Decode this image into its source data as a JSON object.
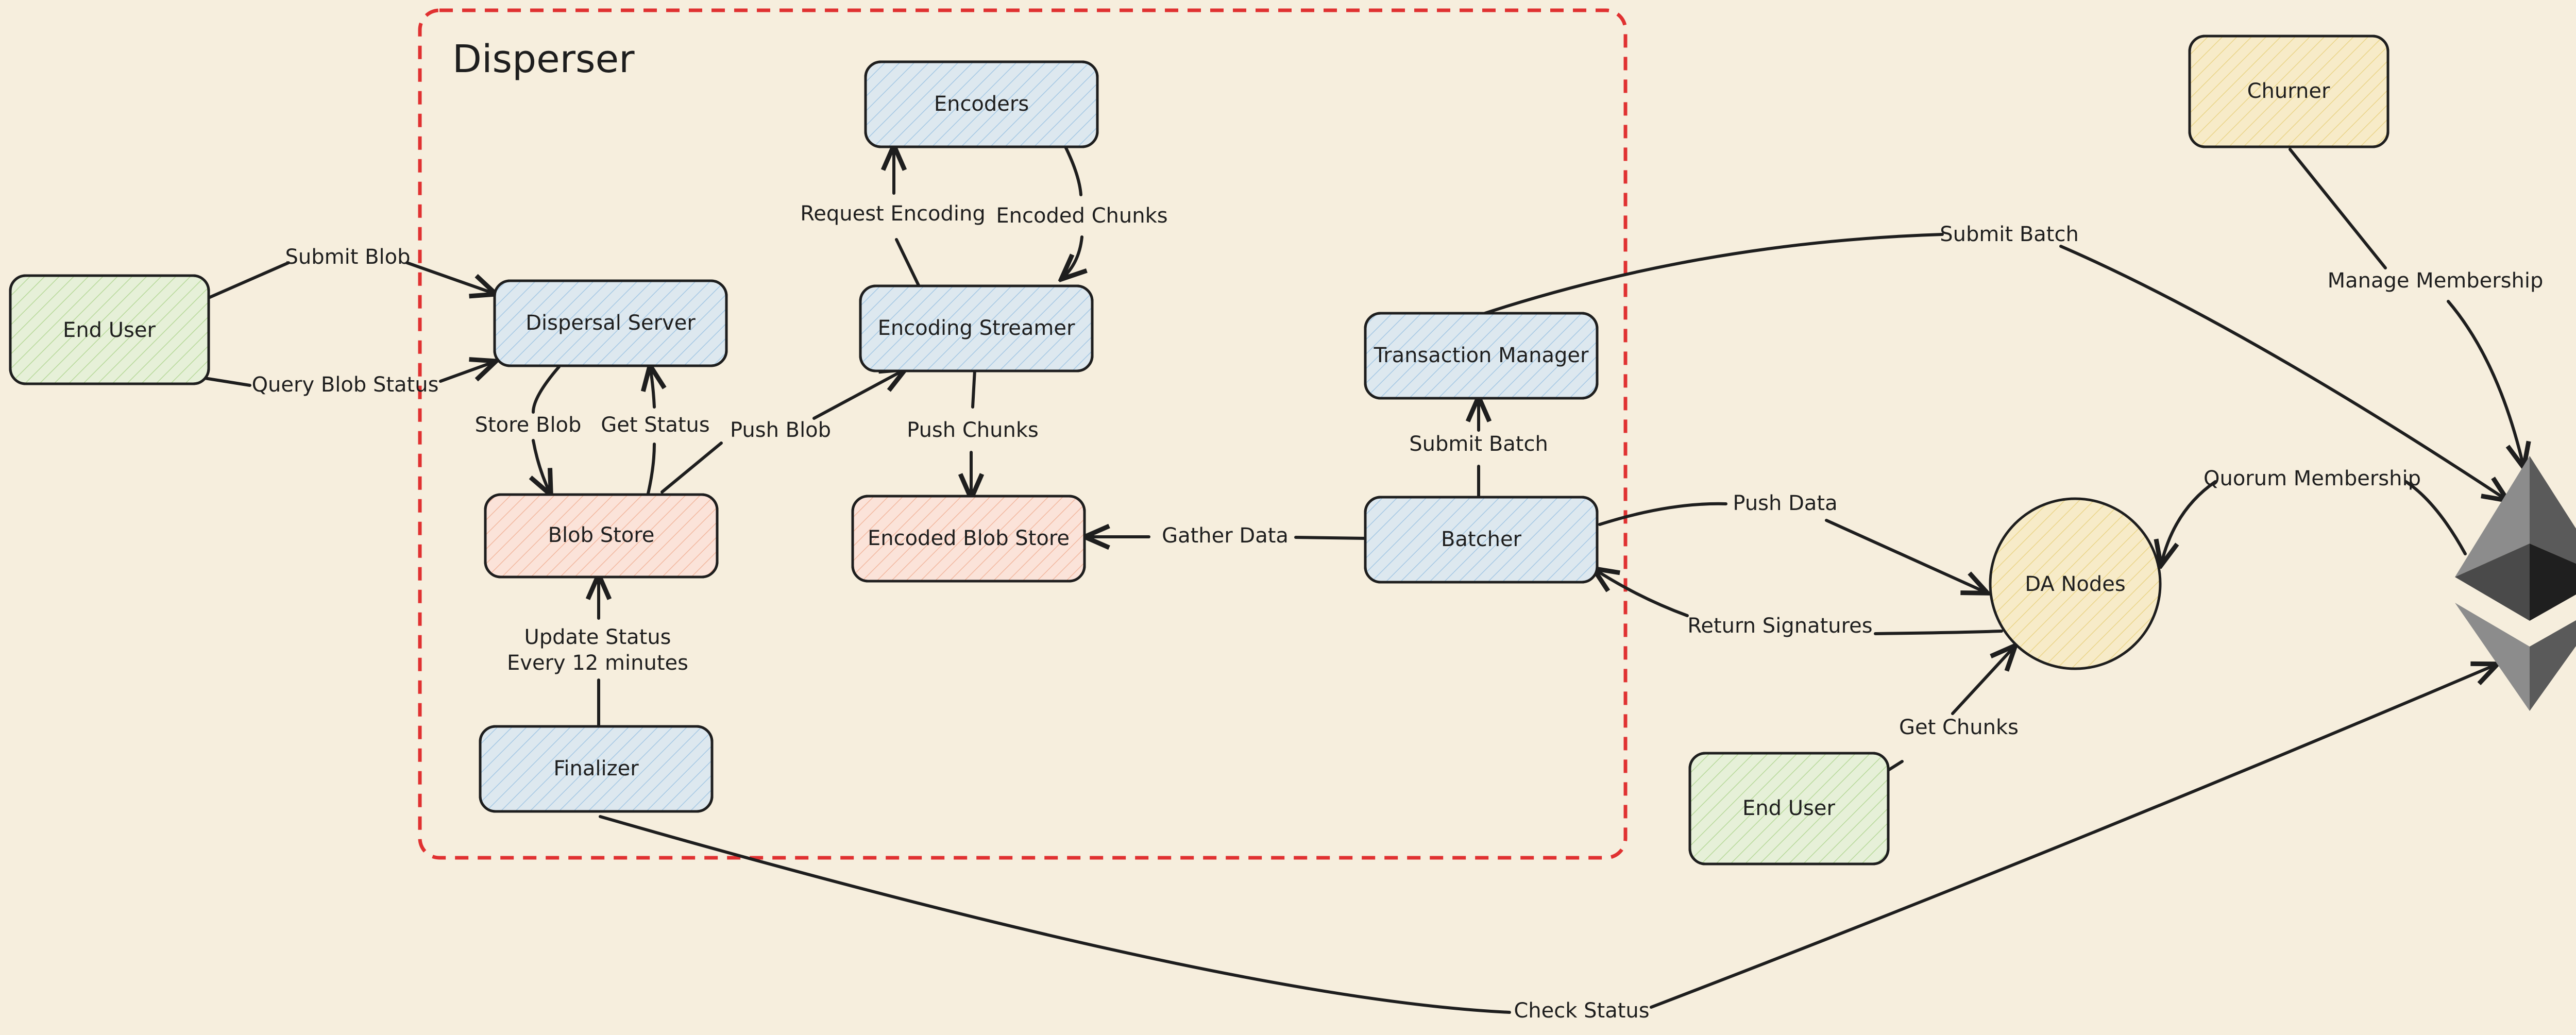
{
  "group": {
    "title": "Disperser",
    "color": "#e03131"
  },
  "colors": {
    "blue": "#dde8ef",
    "red": "#fbe3d9",
    "green": "#e6f0d8",
    "yellow": "#f7ebc8",
    "hatch_blue": "#a5c8e4",
    "hatch_red": "#f2b8a0",
    "hatch_green": "#b7d99a",
    "hatch_yellow": "#ead58a",
    "ink": "#1e1e1e",
    "eth_dark": "#2e2e2e",
    "eth_mid": "#5a5a5a",
    "eth_light": "#8c8c8c"
  },
  "nodes": {
    "end_user_left": {
      "label": "End User",
      "color": "green"
    },
    "dispersal_server": {
      "label": "Dispersal Server",
      "color": "blue"
    },
    "blob_store": {
      "label": "Blob Store",
      "color": "red"
    },
    "finalizer": {
      "label": "Finalizer",
      "color": "blue"
    },
    "encoders": {
      "label": "Encoders",
      "color": "blue"
    },
    "encoding_streamer": {
      "label": "Encoding Streamer",
      "color": "blue"
    },
    "encoded_blob_store": {
      "label": "Encoded Blob Store",
      "color": "red"
    },
    "transaction_manager": {
      "label": "Transaction Manager",
      "color": "blue"
    },
    "batcher": {
      "label": "Batcher",
      "color": "blue"
    },
    "churner": {
      "label": "Churner",
      "color": "yellow"
    },
    "da_nodes": {
      "label": "DA Nodes",
      "color": "yellow"
    },
    "end_user_right": {
      "label": "End User",
      "color": "green"
    },
    "ethereum": {
      "icon": "ethereum-icon"
    }
  },
  "edges": {
    "submit_blob": "Submit Blob",
    "query_blob_status": "Query Blob Status",
    "store_blob": "Store Blob",
    "get_status": "Get Status",
    "push_blob": "Push Blob",
    "request_encoding": "Request Encoding",
    "encoded_chunks": "Encoded Chunks",
    "push_chunks": "Push Chunks",
    "gather_data": "Gather Data",
    "submit_batch_tm": "Submit Batch",
    "submit_batch_chain": "Submit Batch",
    "manage_membership": "Manage Membership",
    "push_data": "Push Data",
    "return_signatures": "Return Signatures",
    "quorum_membership": "Quorum Membership",
    "get_chunks": "Get Chunks",
    "update_status_line1": "Update Status",
    "update_status_line2": "Every 12 minutes",
    "check_status": "Check Status"
  }
}
